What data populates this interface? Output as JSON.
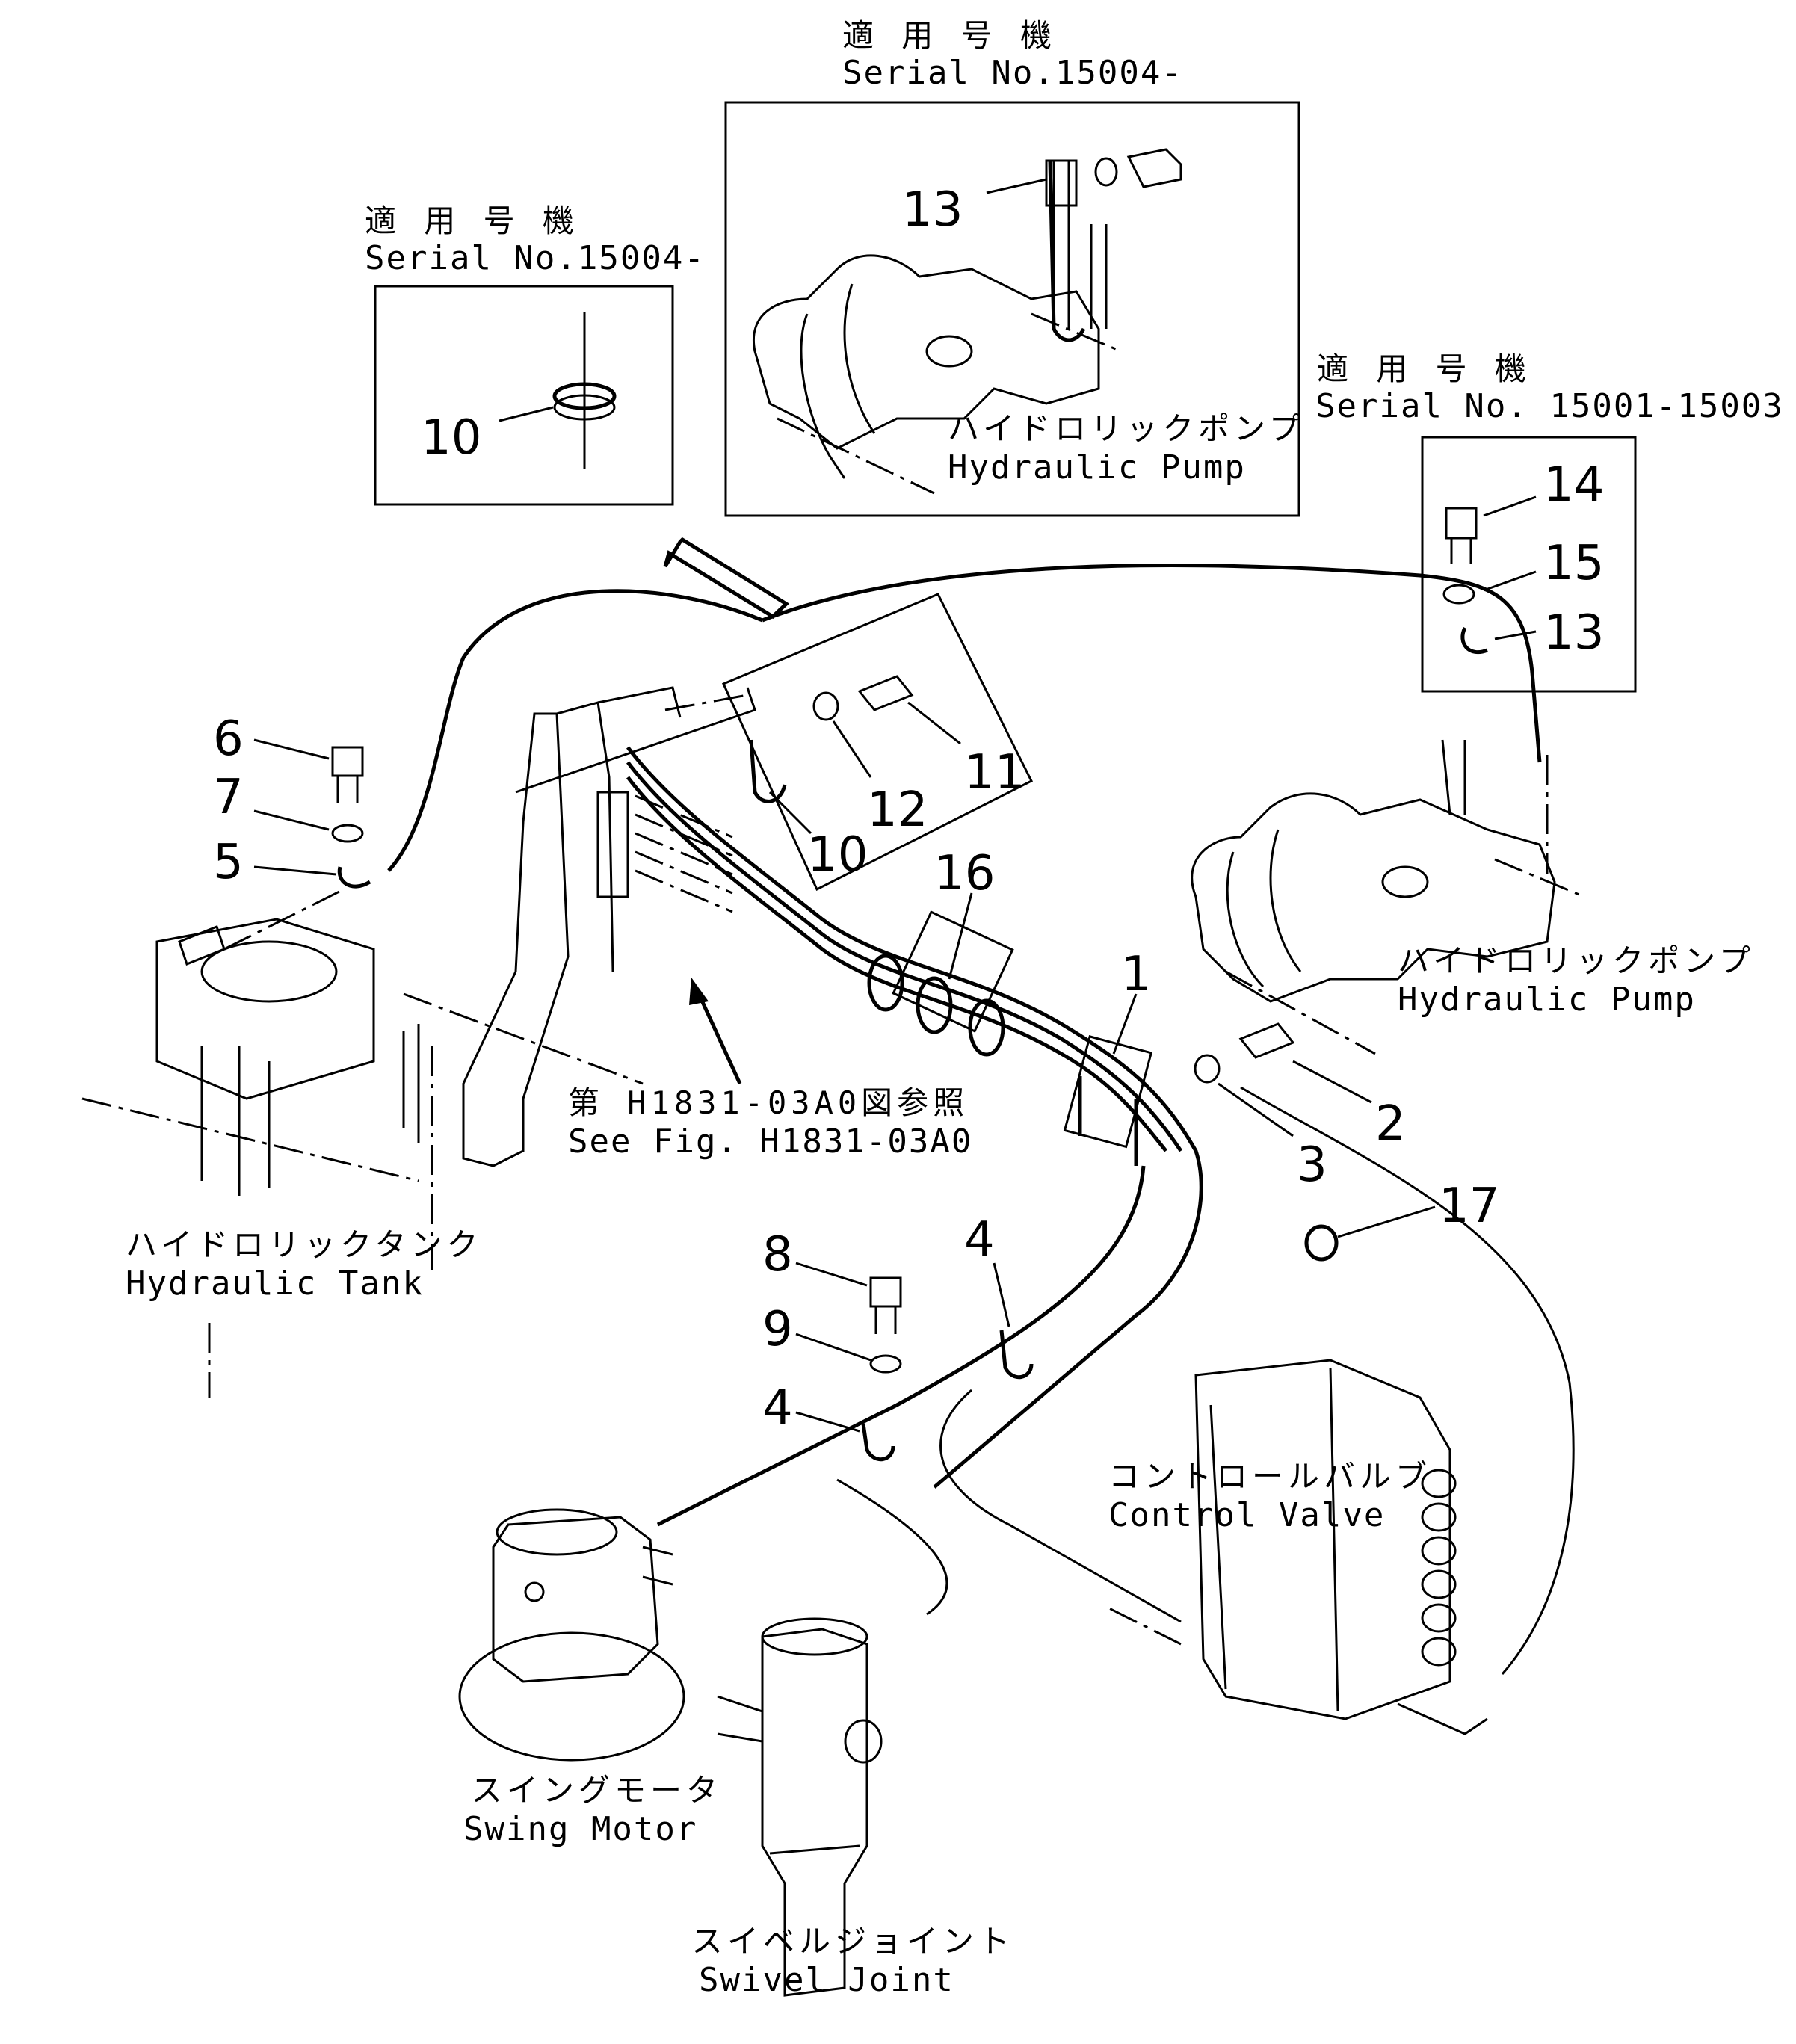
{
  "detail_boxes": [
    {
      "title_jp": "適 用 号 機",
      "title_en": "Serial No.15004-",
      "part": "10"
    },
    {
      "title_jp": "適 用 号 機",
      "title_en": "Serial No.15004-",
      "part": "13",
      "component_jp": "ハイドロリックポンプ",
      "component_en": "Hydraulic Pump"
    },
    {
      "title_jp": "適 用 号 機",
      "title_en": "Serial No. 15001-15003",
      "parts": [
        "14",
        "15",
        "13"
      ]
    }
  ],
  "components": {
    "pump_jp": "ハイドロリックポンプ",
    "pump_en": "Hydraulic Pump",
    "tank_jp": "ハイドロリックタンク",
    "tank_en": "Hydraulic Tank",
    "valve_jp": "コントロールバルブ",
    "valve_en": "Control Valve",
    "motor_jp": "スイングモータ",
    "motor_en": "Swing Motor",
    "joint_jp": "スイベルジョイント",
    "joint_en": "Swivel Joint"
  },
  "reference": {
    "jp": "第 H1831-03A0図参照",
    "en": "See Fig. H1831-03A0"
  },
  "part_numbers": [
    "1",
    "2",
    "3",
    "4",
    "4",
    "5",
    "6",
    "7",
    "8",
    "9",
    "10",
    "11",
    "12",
    "16",
    "17"
  ]
}
